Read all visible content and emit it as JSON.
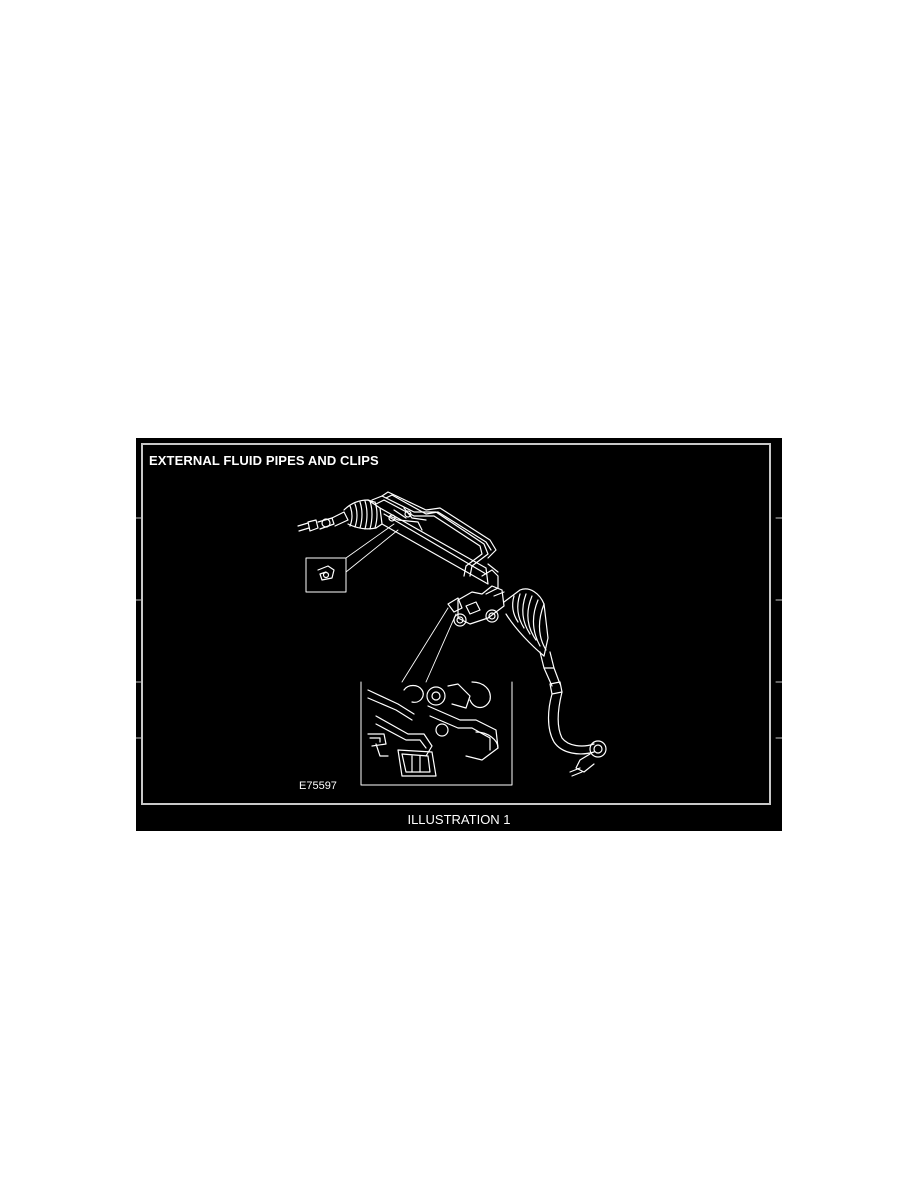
{
  "illustration": {
    "title": "EXTERNAL FLUID PIPES AND CLIPS",
    "figure_code": "E75597",
    "caption": "ILLUSTRATION 1",
    "colors": {
      "background": "#000000",
      "line_art": "#ffffff",
      "frame": "#c8c8c8",
      "page": "#ffffff"
    }
  }
}
